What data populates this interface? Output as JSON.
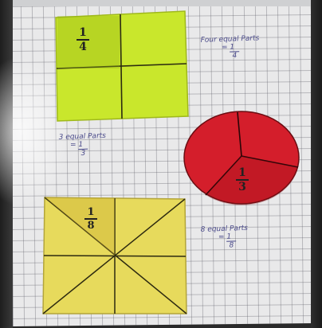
{
  "shapes": {
    "quarter": {
      "fraction": "1/4",
      "numerator": "1",
      "denominator": "4",
      "color": "#c8e62a"
    },
    "third": {
      "fraction": "1/3",
      "numerator": "1",
      "denominator": "3",
      "color": "#d61f2c"
    },
    "eighth": {
      "fraction": "1/8",
      "numerator": "1",
      "denominator": "8",
      "color": "#e6d85a"
    }
  },
  "notes": {
    "quarter_note": {
      "line1": "Four equal Parts",
      "line2": "= 1",
      "denominator": "4"
    },
    "third_note": {
      "line1": "3 equal Parts",
      "line2": "= 1",
      "denominator": "3"
    },
    "eighth_note": {
      "line1": "8 equal Parts",
      "line2": "= 1",
      "denominator": "8"
    }
  }
}
